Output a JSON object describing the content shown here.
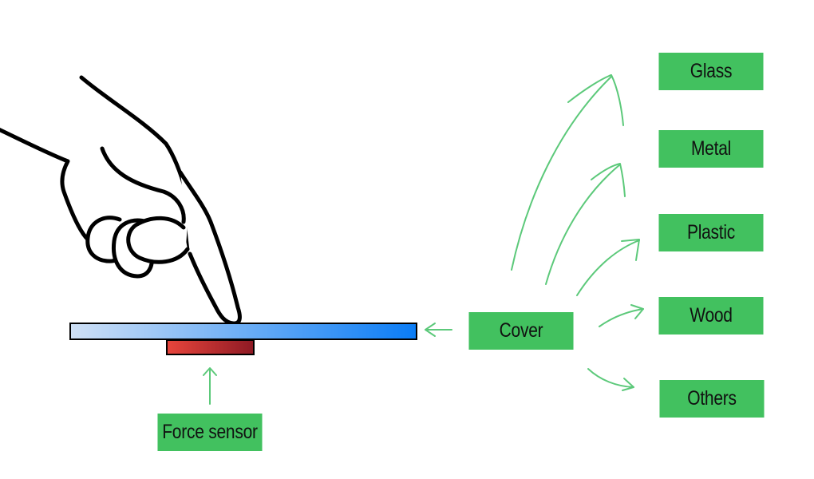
{
  "labels": {
    "cover": "Cover",
    "force_sensor": "Force sensor"
  },
  "materials": [
    {
      "id": "glass",
      "label": "Glass"
    },
    {
      "id": "metal",
      "label": "Metal"
    },
    {
      "id": "plastic",
      "label": "Plastic"
    },
    {
      "id": "wood",
      "label": "Wood"
    },
    {
      "id": "others",
      "label": "Others"
    }
  ],
  "colors": {
    "box_fill": "#42c15f",
    "arrow": "#5cc97a",
    "cover_gradient_start": "#cfe0f5",
    "cover_gradient_end": "#0a7cf5",
    "sensor_gradient_start": "#e8453c",
    "sensor_gradient_end": "#8e1a24",
    "outline": "#000000"
  },
  "icons": [
    "pointing-hand-icon"
  ]
}
